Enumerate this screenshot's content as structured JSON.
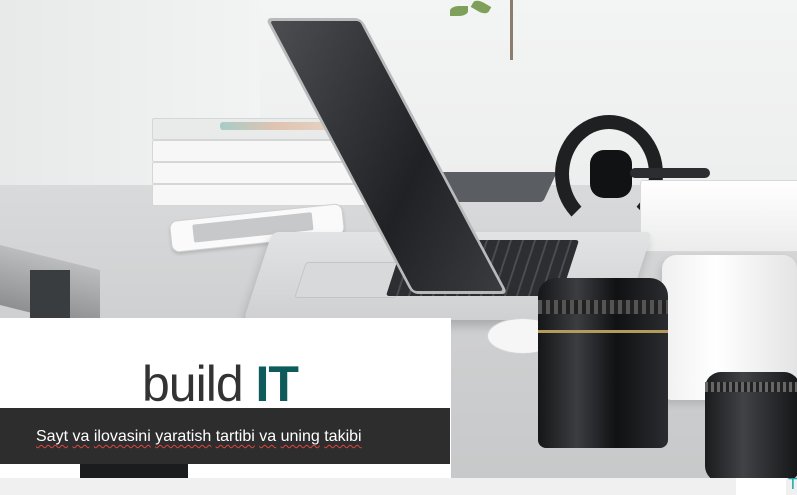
{
  "slide": {
    "title_part1": "build ",
    "title_part2": "IT",
    "subtitle_words": [
      "Sayt",
      "va",
      "ilovasini",
      "yaratish",
      "tartibi",
      "va",
      "uning",
      "takibi"
    ],
    "corner_glyph": "T"
  },
  "colors": {
    "title_dark": "#333333",
    "title_accent": "#0f5a5a",
    "subtitle_bar": "#2d2d2d",
    "spellcheck_underline": "#e0443e",
    "corner_accent": "#1aa6a6"
  },
  "background_image": {
    "icon": "desk-workspace-photo"
  }
}
